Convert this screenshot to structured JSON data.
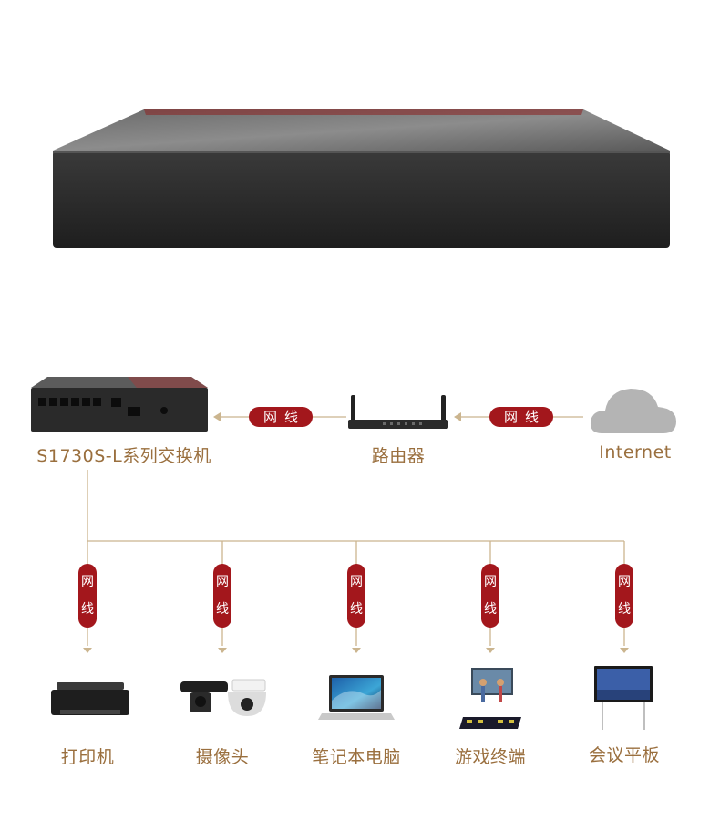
{
  "network": {
    "switch_label": "S1730S-L系列交换机",
    "router_label": "路由器",
    "internet_label": "Internet",
    "cable_label": "网线",
    "cable_label_chars": [
      "网",
      "线"
    ],
    "devices": [
      {
        "label": "打印机",
        "icon": "printer-icon"
      },
      {
        "label": "摄像头",
        "icon": "camera-icon"
      },
      {
        "label": "笔记本电脑",
        "icon": "laptop-icon"
      },
      {
        "label": "游戏终端",
        "icon": "game-terminal-icon"
      },
      {
        "label": "会议平板",
        "icon": "meeting-board-icon"
      }
    ]
  },
  "colors": {
    "accent_red": "#a3171c",
    "line_gold": "#cbb58f",
    "text_gold": "#9a6f3e",
    "cloud_gray": "#b4b4b4"
  }
}
